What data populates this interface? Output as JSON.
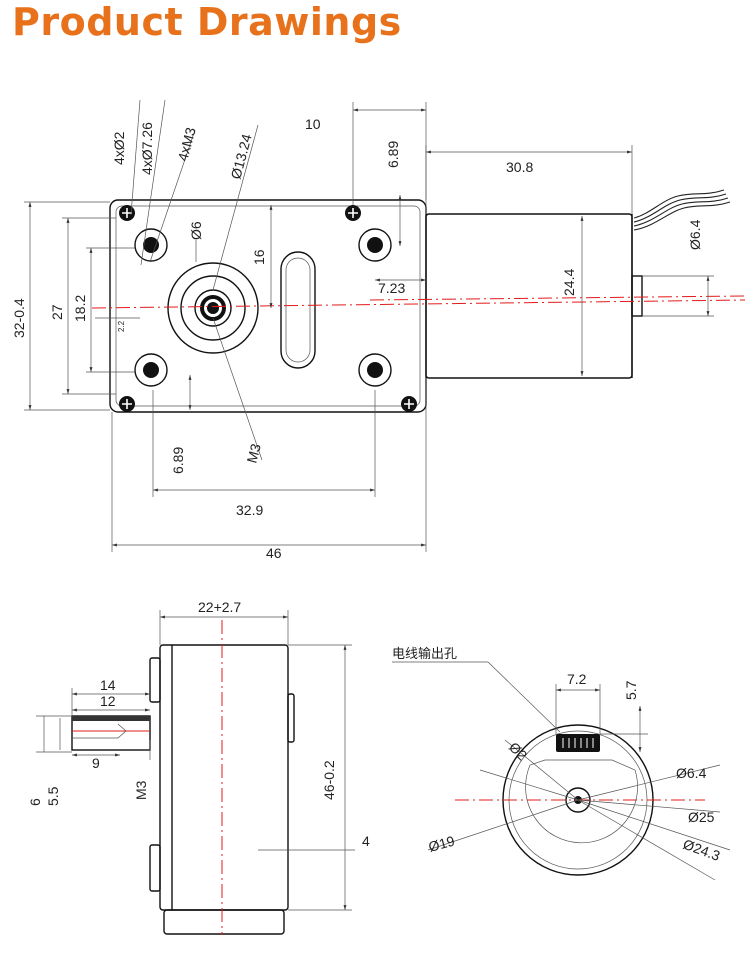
{
  "title": "Product Drawings",
  "front_view": {
    "labels": {
      "holes_2": "4xØ2",
      "holes_726": "4xØ7.26",
      "holes_m3": "4xM3",
      "boss_1324": "Ø13.24",
      "dim_10": "10",
      "dim_689_top": "6.89",
      "dim_308": "30.8",
      "dim_d6": "Ø6",
      "dim_16": "16",
      "dim_d64": "Ø6.4",
      "dim_244": "24.4",
      "dim_723": "7.23",
      "dim_32": "32-0.4",
      "dim_27": "27",
      "dim_182": "18.2",
      "dim_22": "2.2",
      "dim_689_bottom": "6.89",
      "dim_m3": "M3",
      "dim_329": "32.9",
      "dim_46": "46"
    }
  },
  "side_view": {
    "labels": {
      "dim_22_27": "22+2.7",
      "dim_14": "14",
      "dim_12": "12",
      "dim_9": "9",
      "dim_6": "6",
      "dim_55": "5.5",
      "dim_m3": "M3",
      "dim_46_02": "46-0.2",
      "dim_4": "4"
    }
  },
  "rear_view": {
    "labels": {
      "wire_outlet": "电线输出孔",
      "dim_72": "7.2",
      "dim_57": "5.7",
      "dim_d2": "Ø2",
      "dim_d64": "Ø6.4",
      "dim_d25": "Ø25",
      "dim_d19": "Ø19",
      "dim_d243": "Ø24.3"
    }
  }
}
